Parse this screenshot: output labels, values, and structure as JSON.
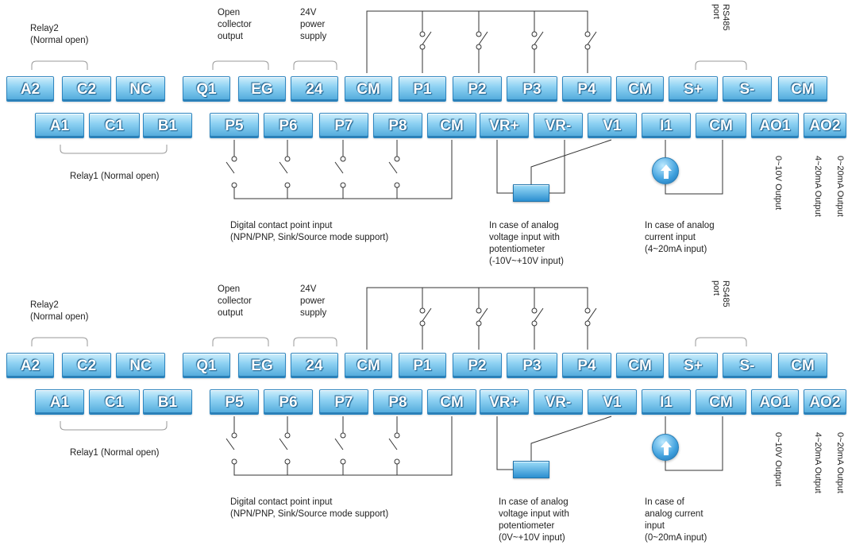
{
  "top": {
    "row1": [
      "A2",
      "C2",
      "NC",
      "Q1",
      "EG",
      "24",
      "CM",
      "P1",
      "P2",
      "P3",
      "P4",
      "CM",
      "S+",
      "S-",
      "CM"
    ],
    "row2": [
      "A1",
      "C1",
      "B1",
      "P5",
      "P6",
      "P7",
      "P8",
      "CM",
      "VR+",
      "VR-",
      "V1",
      "I1",
      "CM",
      "AO1",
      "AO2"
    ],
    "relay2": [
      "Relay2",
      "(Normal open)"
    ],
    "open_collector": [
      "Open",
      "collector",
      "output"
    ],
    "power_24v": [
      "24V",
      "power",
      "supply"
    ],
    "rs485": [
      "RS485",
      "port"
    ],
    "relay1": "Relay1 (Normal open)",
    "digital_input": [
      "Digital contact point input",
      "(NPN/PNP, Sink/Source mode support)"
    ],
    "analog_voltage": [
      "In case of analog",
      "voltage input with",
      "potentiometer",
      "(-10V~+10V input)"
    ],
    "analog_current": [
      "In case of analog",
      "current input",
      "(4~20mA input)"
    ],
    "out_010v": "0~10V Output",
    "out_420ma": "4~20mA Output",
    "out_020ma": "0~20mA Output"
  },
  "bottom": {
    "row1": [
      "A2",
      "C2",
      "NC",
      "Q1",
      "EG",
      "24",
      "CM",
      "P1",
      "P2",
      "P3",
      "P4",
      "CM",
      "S+",
      "S-",
      "CM"
    ],
    "row2": [
      "A1",
      "C1",
      "B1",
      "P5",
      "P6",
      "P7",
      "P8",
      "CM",
      "VR+",
      "VR-",
      "V1",
      "I1",
      "CM",
      "AO1",
      "AO2"
    ],
    "relay2": [
      "Relay2",
      "(Normal open)"
    ],
    "open_collector": [
      "Open",
      "collector",
      "output"
    ],
    "power_24v": [
      "24V",
      "power",
      "supply"
    ],
    "rs485": [
      "RS485",
      "port"
    ],
    "relay1": "Relay1 (Normal open)",
    "digital_input": [
      "Digital contact point input",
      "(NPN/PNP, Sink/Source mode support)"
    ],
    "analog_voltage": [
      "In case of analog",
      "voltage input with",
      "potentiometer",
      "(0V~+10V input)"
    ],
    "analog_current": [
      "In case of",
      "analog current",
      "input",
      "(0~20mA input)"
    ],
    "out_010v": "0~10V Output",
    "out_420ma": "4~20mA Output",
    "out_020ma": "0~20mA Output"
  },
  "colors": {
    "terminal_top": "#cfeefb",
    "terminal_bottom": "#4ea8da",
    "terminal_border": "#2f86c0",
    "wire": "#333333"
  }
}
